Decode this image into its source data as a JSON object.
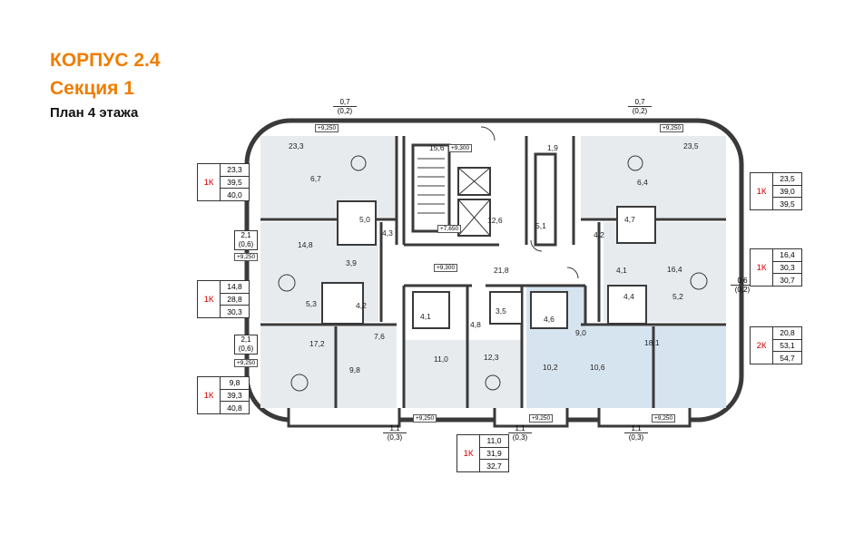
{
  "header": {
    "building": "КОРПУС 2.4",
    "section": "Секция 1",
    "floor_plan": "План 4 этажа"
  },
  "apartments": [
    {
      "type": "1К",
      "v1": "23,3",
      "v2": "39,5",
      "v3": "40,0"
    },
    {
      "type": "1К",
      "v1": "14,8",
      "v2": "28,8",
      "v3": "30,3"
    },
    {
      "type": "1К",
      "v1": "9,8",
      "v2": "39,3",
      "v3": "40,8"
    },
    {
      "type": "1К",
      "v1": "11,0",
      "v2": "31,9",
      "v3": "32,7"
    },
    {
      "type": "1К",
      "v1": "23,5",
      "v2": "39,0",
      "v3": "39,5"
    },
    {
      "type": "1К",
      "v1": "16,4",
      "v2": "30,3",
      "v3": "30,7"
    },
    {
      "type": "2К",
      "v1": "20,8",
      "v2": "53,1",
      "v3": "54,7"
    }
  ],
  "balconies": [
    {
      "area": "0,7",
      "sub": "(0,2)"
    },
    {
      "area": "0,7",
      "sub": "(0,2)"
    },
    {
      "area": "2,1",
      "sub": "(0,6)",
      "level": "+9,250"
    },
    {
      "area": "2,1",
      "sub": "(0,6)",
      "level": "+9,250"
    },
    {
      "area": "0,6",
      "sub": "(0,2)"
    },
    {
      "area": "1,1",
      "sub": "(0,3)"
    },
    {
      "area": "1,1",
      "sub": "(0,3)"
    },
    {
      "area": "1,1",
      "sub": "(0,3)"
    }
  ],
  "rooms": [
    "23,3",
    "6,7",
    "5,0",
    "4,3",
    "15,6",
    "1,9",
    "12,6",
    "5,1",
    "23,5",
    "6,4",
    "4,7",
    "4,2",
    "14,8",
    "3,9",
    "21,8",
    "4,1",
    "16,4",
    "5,3",
    "4,2",
    "4,1",
    "3,5",
    "4,6",
    "4,8",
    "9,0",
    "4,4",
    "5,2",
    "17,2",
    "7,6",
    "11,0",
    "12,3",
    "10,2",
    "10,6",
    "18,1",
    "9,8"
  ],
  "levels": [
    "+9,250",
    "+9,250",
    "+9,300",
    "+7,650",
    "+9,300",
    "+9,250",
    "+9,250",
    "+9,250",
    "+9,250",
    "+9,250"
  ],
  "colors": {
    "accent": "#ee7d00",
    "type": "#d40000",
    "highlight": "#d6e4f0",
    "room": "#e8ebee",
    "wall": "#3a3a3a"
  }
}
